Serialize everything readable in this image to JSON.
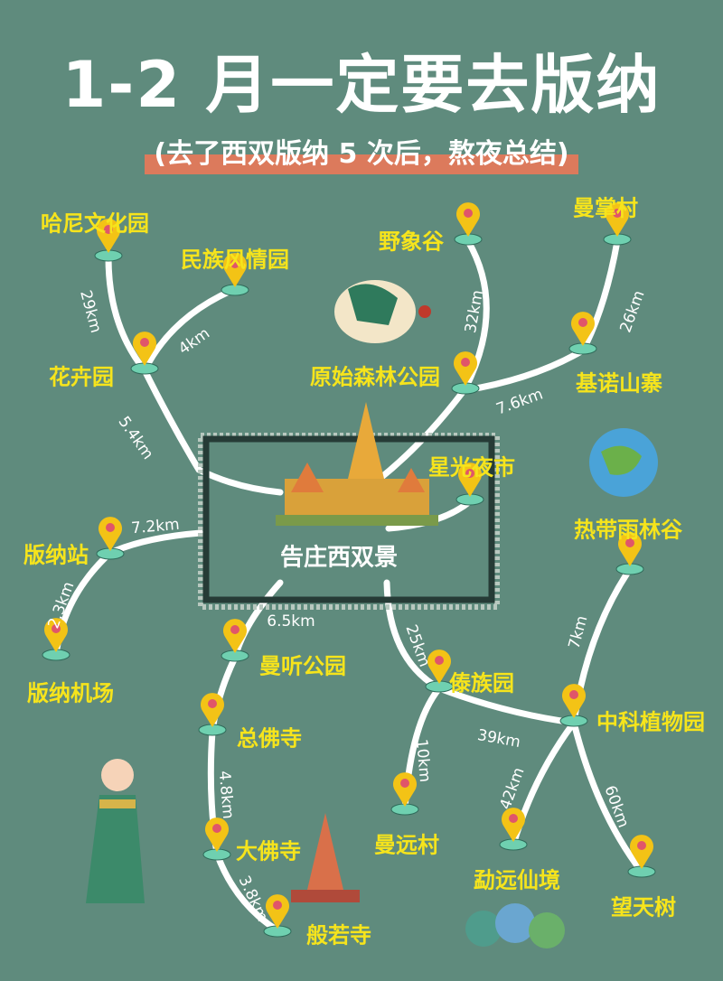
{
  "title": "1-2 月一定要去版纳",
  "subtitle": "(去了西双版纳 5 次后，熬夜总结)",
  "center": {
    "label": "告庄西双景"
  },
  "colors": {
    "background": "#5f8b7d",
    "label": "#f6e41c",
    "highlight": "#dc7a5c",
    "box": "#263b36"
  },
  "places": [
    "哈尼文化园",
    "民族风情园",
    "花卉园",
    "野象谷",
    "原始森林公园",
    "曼掌村",
    "基诺山寨",
    "星光夜市",
    "热带雨林谷",
    "版纳站",
    "版纳机场",
    "曼听公园",
    "总佛寺",
    "大佛寺",
    "般若寺",
    "傣族园",
    "中科植物园",
    "曼远村",
    "勐远仙境",
    "望天树"
  ],
  "distances": [
    "29km",
    "4km",
    "5.4km",
    "32km",
    "26km",
    "7.6km",
    "7.2km",
    "2.3km",
    "6.5km",
    "4.8km",
    "3.8km",
    "25km",
    "10km",
    "39km",
    "7km",
    "42km",
    "60km"
  ],
  "icons": [
    "map-pin-icon",
    "elephant-illustration",
    "temple-illustration",
    "globe-animals-illustration",
    "dancer-illustration",
    "pagoda-illustration",
    "forest-hiker-illustration"
  ]
}
